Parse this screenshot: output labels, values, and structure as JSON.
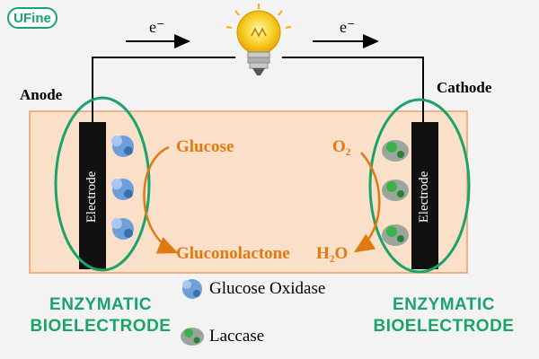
{
  "logo": {
    "text": "UFine"
  },
  "electron_left": "e⁻",
  "electron_right": "e⁻",
  "anode_label": "Anode",
  "cathode_label": "Cathode",
  "electrode_left_label": "Electrode",
  "electrode_right_label": "Electrode",
  "glucose_label": "Glucose",
  "gluconolactone_label": "Gluconolactone",
  "o2_label": "O₂",
  "h2o_label": "H₂O",
  "left_bioelectrode": {
    "line1": "ENZYMATIC",
    "line2": "BIOELECTRODE"
  },
  "right_bioelectrode": {
    "line1": "ENZYMATIC",
    "line2": "BIOELECTRODE"
  },
  "legend": [
    {
      "label": "Glucose Oxidase",
      "icon": "glucose-oxidase-icon"
    },
    {
      "label": "Laccase",
      "icon": "laccase-icon"
    }
  ],
  "colors": {
    "orange": "#e07a10",
    "green_outline": "#1aa36b",
    "cell_fill": "#fbe0c9",
    "cell_border": "#e9a06b",
    "electrode": "#111111"
  }
}
